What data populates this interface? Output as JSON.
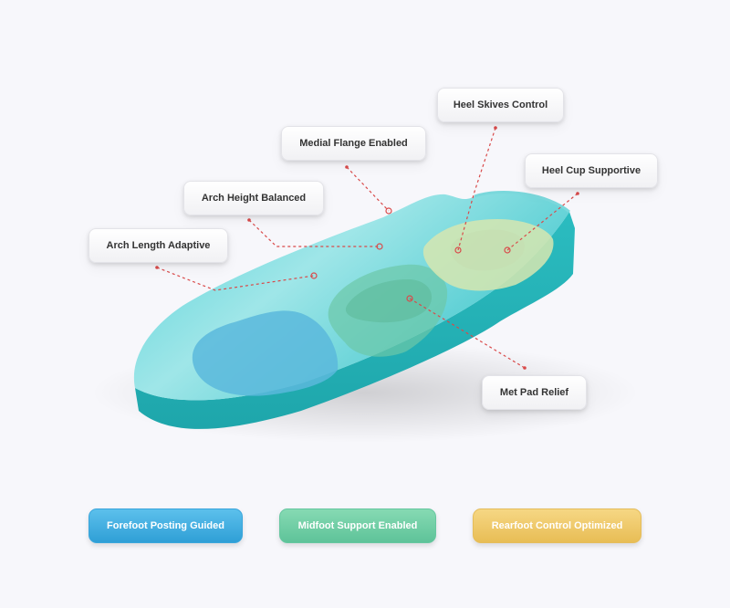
{
  "callouts": {
    "heel_skives_control": "Heel Skives Control",
    "medial_flange_enabled": "Medial Flange Enabled",
    "heel_cup_supportive": "Heel Cup Supportive",
    "arch_height_balanced": "Arch Height Balanced",
    "arch_length_adaptive": "Arch Length Adaptive",
    "met_pad_relief": "Met Pad Relief"
  },
  "legend": {
    "forefoot": "Forefoot Posting Guided",
    "midfoot": "Midfoot Support Enabled",
    "rearfoot": "Rearfoot Control Optimized"
  },
  "colors": {
    "insole_top": "#8fe0e4",
    "insole_side": "#2ebcc0",
    "forefoot_zone": "#5ab8dc",
    "midfoot_zone": "#6cc8a8",
    "rearfoot_zone": "#d6e6b0",
    "leader_line": "#d94a4a"
  }
}
